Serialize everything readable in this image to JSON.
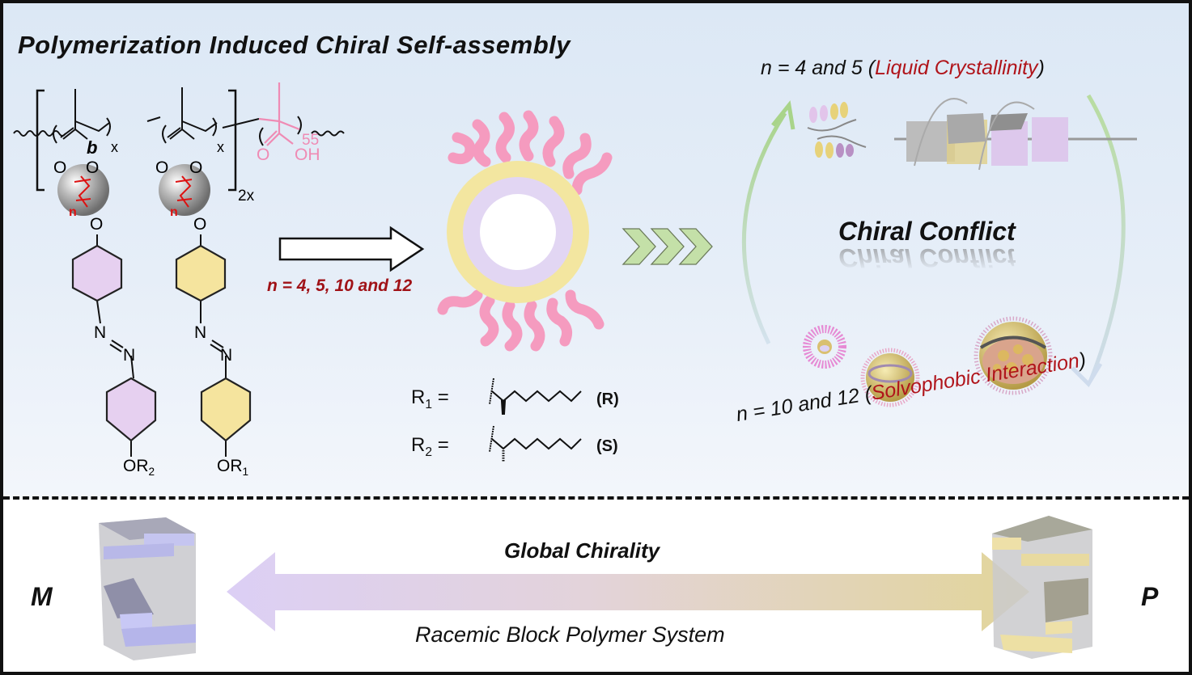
{
  "title": "Polymerization Induced Chiral Self-assembly",
  "polymer": {
    "block_label": "b",
    "repeat_subscript_x": "x",
    "bracket_subscript": "2x",
    "acid_subscript": "55",
    "carbonyl_O": "O",
    "ester_O": "O",
    "acid_OH": "OH",
    "spacer_label": "n",
    "azo_N": "N",
    "left_tail": "OR",
    "left_tail_sub": "2",
    "right_tail": "OR",
    "right_tail_sub": "1"
  },
  "arrow_label": "n = 4, 5, 10 and 12",
  "substituents": {
    "r1_prefix": "R",
    "r1_sub": "1",
    "r1_eq": " =",
    "r1_config": "(R)",
    "r2_prefix": "R",
    "r2_sub": "2",
    "r2_eq": " =",
    "r2_config": "(S)"
  },
  "cycle": {
    "top_prefix": "n = 4 and 5 (",
    "top_highlight": "Liquid  Crystallinity",
    "top_suffix": ")",
    "center": "Chiral  Conflict",
    "bottom_prefix": "n = 10 and 12 (",
    "bottom_highlight": "Solvophobic  Interaction",
    "bottom_suffix": ")"
  },
  "bottom": {
    "left_label": "M",
    "right_label": "P",
    "arrow_top": "Global Chirality",
    "arrow_bottom": "Racemic Block Polymer System"
  },
  "colors": {
    "purple": "#e2cff0",
    "yellow": "#f3e6a0",
    "pink": "#f59bbf",
    "dark_red": "#a01217",
    "green": "#b5d69a"
  }
}
